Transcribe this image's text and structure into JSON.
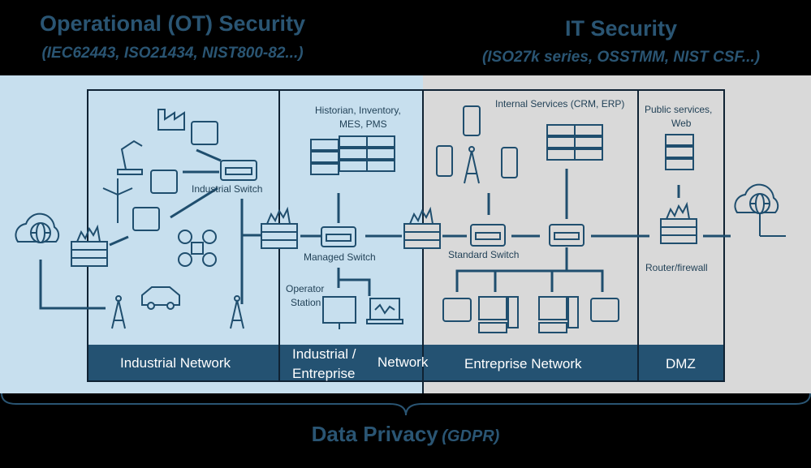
{
  "ot": {
    "title": "Operational (OT) Security",
    "subtitle": "(IEC62443, ISO21434, NIST800-82...)"
  },
  "it": {
    "title": "IT Security",
    "subtitle": "(ISO27k series, OSSTMM, NIST CSF...)"
  },
  "privacy": {
    "title": "Data Privacy",
    "subtitle": "(GDPR)"
  },
  "labels": {
    "industrial_switch": "Industrial  Switch",
    "historian": "Historian, Inventory,",
    "historian2": "MES, PMS",
    "managed_switch": "Managed  Switch",
    "operator": "Operator",
    "operator2": "Station",
    "internal_services": "Internal Services (CRM, ERP)",
    "standard_switch": "Standard Switch",
    "public_services": "Public services,",
    "public_services2": "Web",
    "router": "Router/firewall"
  },
  "zones": {
    "industrial": "Industrial Network",
    "ind_ent1": "Industrial /",
    "ind_ent2": "Entreprise",
    "ind_ent3": "Network",
    "enterprise": "Entreprise Network",
    "dmz": "DMZ"
  },
  "colors": {
    "ot_bg": "#c7dfee",
    "it_bg": "#d9d9d9",
    "icon": "#1f4e6e",
    "band": "#245272",
    "title": "#2a5573"
  }
}
